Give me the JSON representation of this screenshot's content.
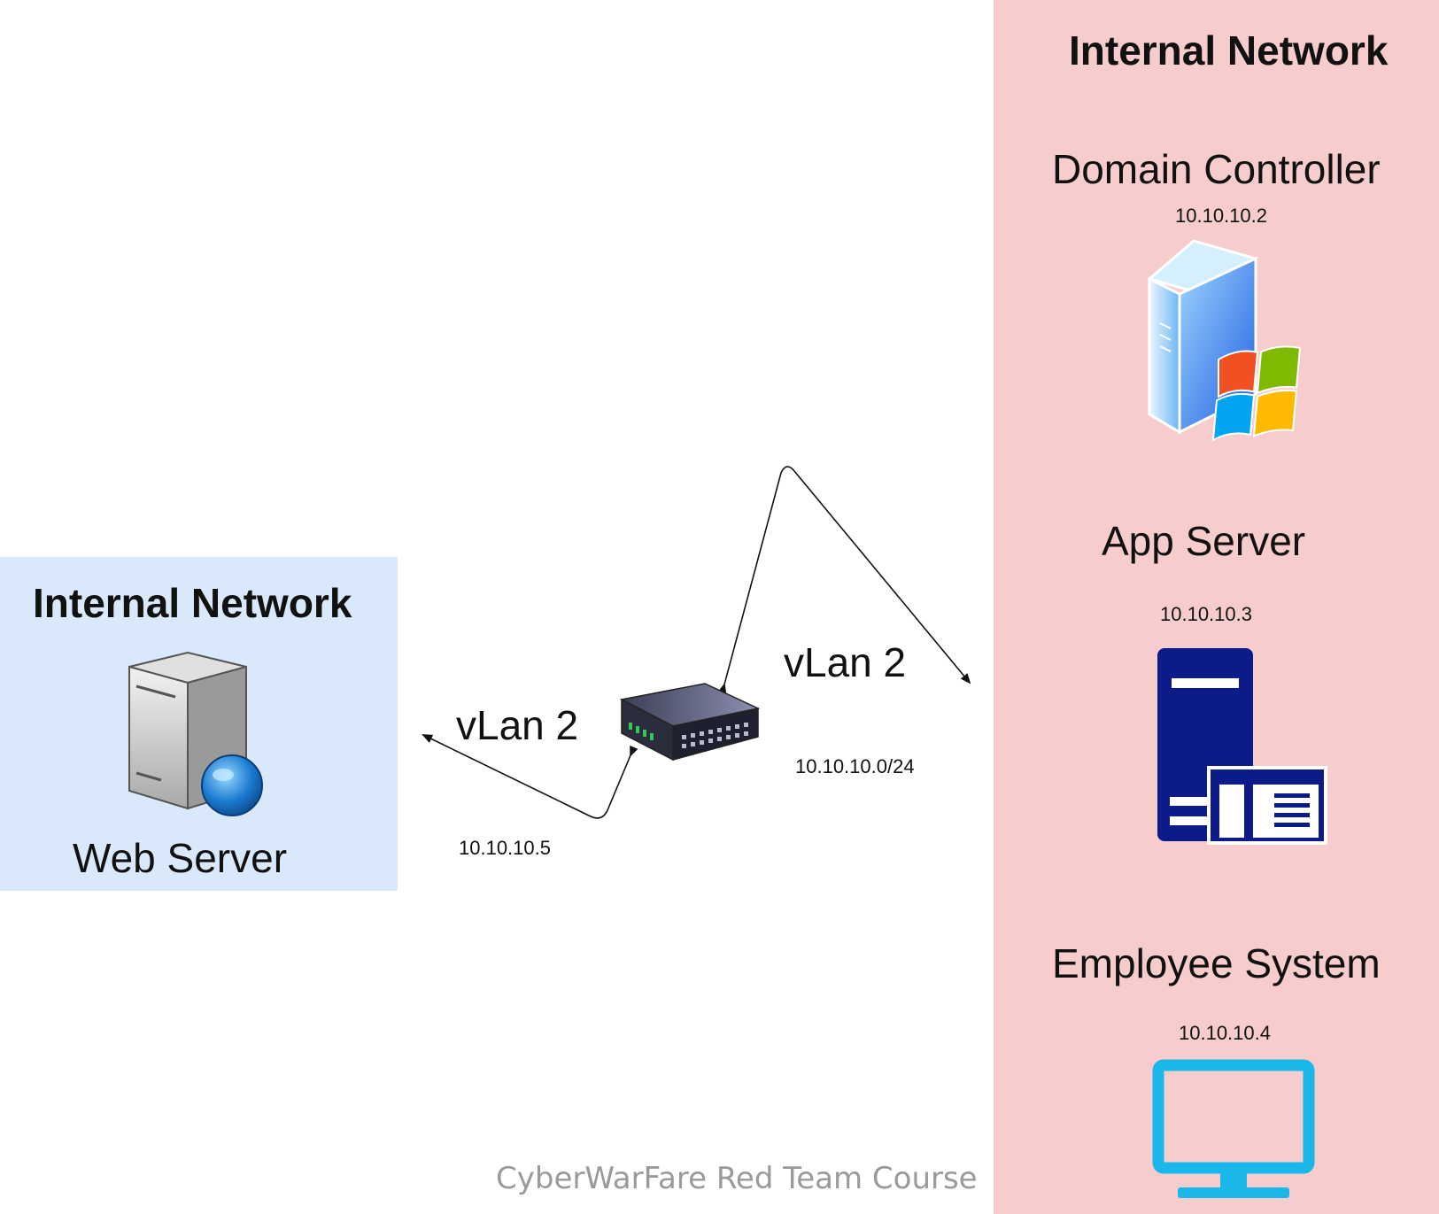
{
  "left_zone": {
    "title": "Internal Network",
    "node": {
      "label": "Web Server",
      "icon": "web-server-icon"
    }
  },
  "right_zone": {
    "title": "Internal Network",
    "nodes": [
      {
        "label": "Domain Controller",
        "ip": "10.10.10.2",
        "icon": "windows-server-icon"
      },
      {
        "label": "App Server",
        "ip": "10.10.10.3",
        "icon": "application-server-icon"
      },
      {
        "label": "Employee System",
        "ip": "10.10.10.4",
        "icon": "monitor-icon"
      }
    ]
  },
  "switch": {
    "icon": "network-switch-icon",
    "subnet": "10.10.10.0/24"
  },
  "links": [
    {
      "label": "vLan 2",
      "ip": "10.10.10.5"
    },
    {
      "label": "vLan 2"
    }
  ],
  "footer": "CyberWarFare Red Team Course",
  "colors": {
    "right_zone_fill": "#f7cccc",
    "left_zone_fill": "#dae8fc",
    "monitor_cyan": "#1ab7ea",
    "app_server_navy": "#0d1a8a"
  }
}
